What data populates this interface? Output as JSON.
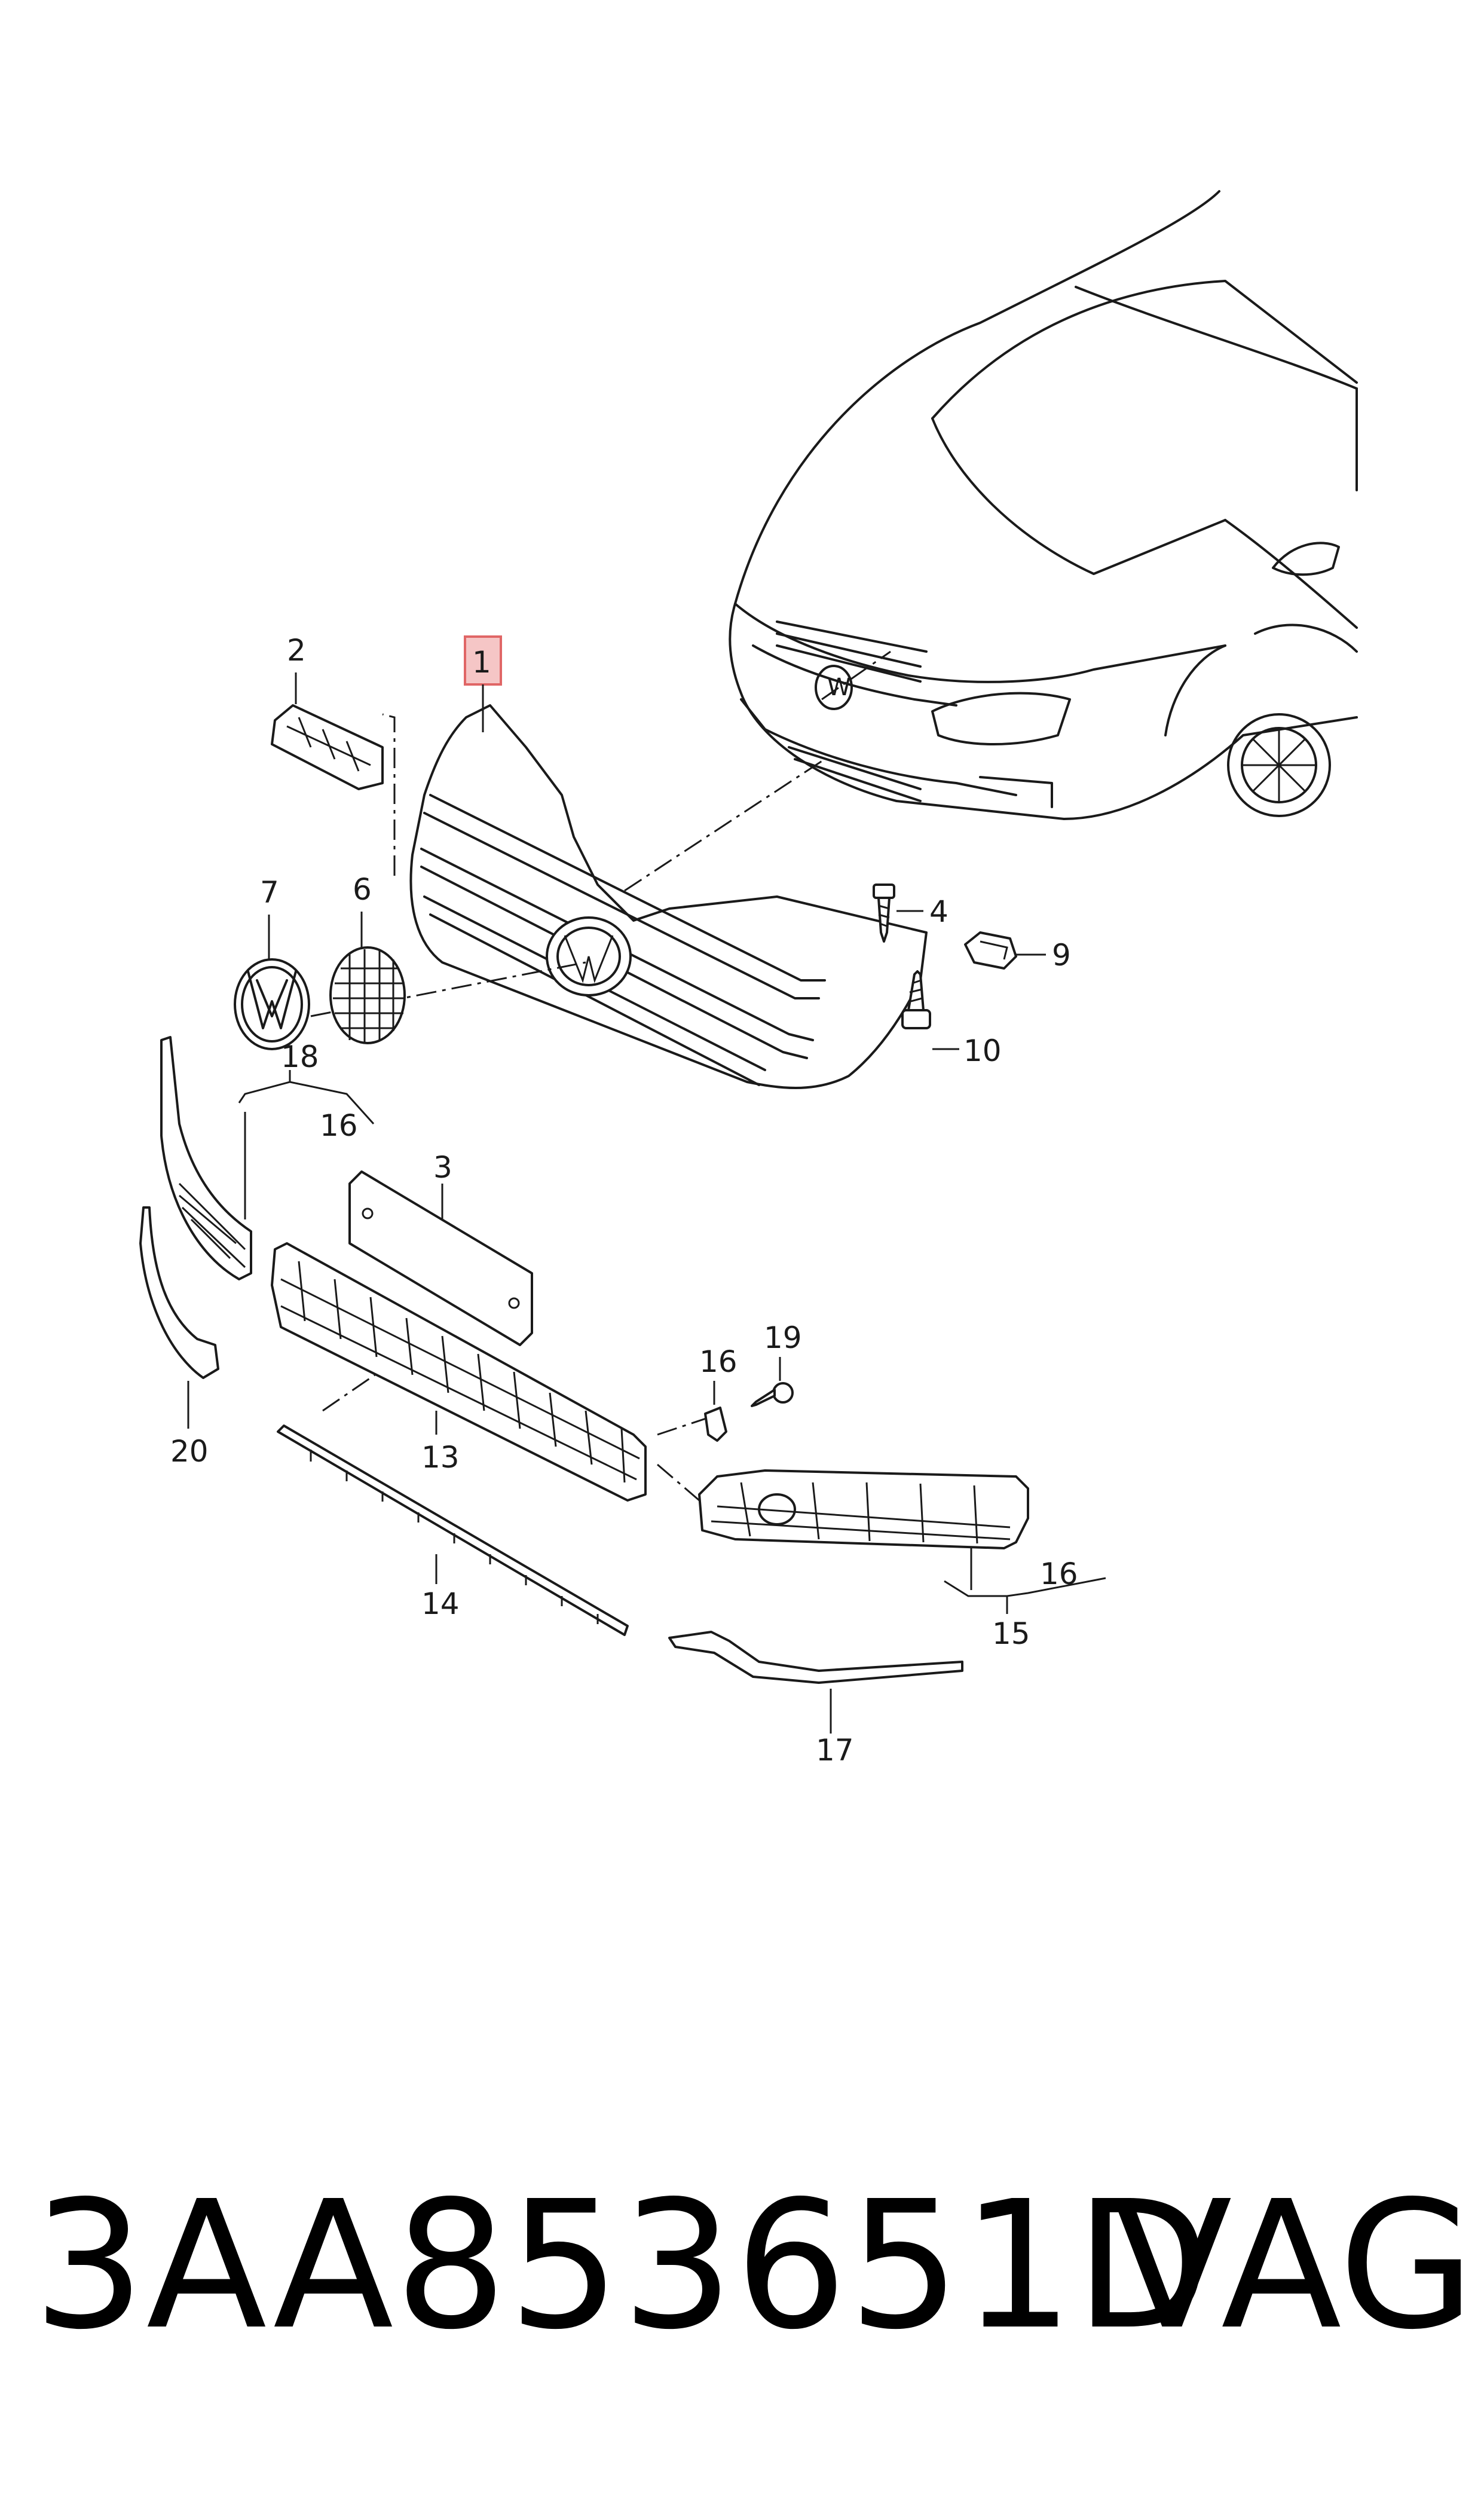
{
  "diagram": {
    "callouts": [
      {
        "id": "1",
        "label": "1",
        "highlighted": true
      },
      {
        "id": "2",
        "label": "2"
      },
      {
        "id": "3",
        "label": "3"
      },
      {
        "id": "4",
        "label": "4"
      },
      {
        "id": "6",
        "label": "6"
      },
      {
        "id": "7",
        "label": "7"
      },
      {
        "id": "9",
        "label": "9"
      },
      {
        "id": "10",
        "label": "10"
      },
      {
        "id": "13",
        "label": "13"
      },
      {
        "id": "14",
        "label": "14"
      },
      {
        "id": "15",
        "label": "15"
      },
      {
        "id": "16a",
        "label": "16"
      },
      {
        "id": "16b",
        "label": "16"
      },
      {
        "id": "16c",
        "label": "16"
      },
      {
        "id": "17",
        "label": "17"
      },
      {
        "id": "18",
        "label": "18"
      },
      {
        "id": "19",
        "label": "19"
      },
      {
        "id": "20",
        "label": "20"
      }
    ],
    "highlight_color": "#e06666"
  },
  "footer": {
    "part_number": "3AA853651D",
    "brand": "VAG"
  }
}
